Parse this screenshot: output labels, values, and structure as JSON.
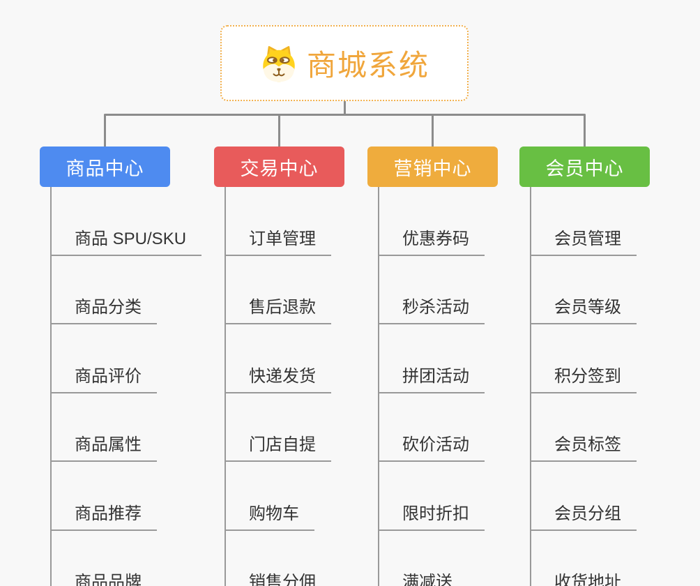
{
  "page": {
    "background_color": "#F8F8F8",
    "connector_color": "#8C8C8C",
    "child_line_color": "#999999",
    "child_text_color": "#333333"
  },
  "root": {
    "title": "商城系统",
    "icon": "dog-face-icon",
    "text_color": "#F0A63C",
    "border_color": "#F2B04D"
  },
  "branches": [
    {
      "label": "商品中心",
      "color": "#4E8BF0",
      "children": [
        "商品 SPU/SKU",
        "商品分类",
        "商品评价",
        "商品属性",
        "商品推荐",
        "商品品牌"
      ]
    },
    {
      "label": "交易中心",
      "color": "#E85B5B",
      "children": [
        "订单管理",
        "售后退款",
        "快递发货",
        "门店自提",
        "购物车",
        "销售分佣"
      ]
    },
    {
      "label": "营销中心",
      "color": "#EFAC3D",
      "children": [
        "优惠券码",
        "秒杀活动",
        "拼团活动",
        "砍价活动",
        "限时折扣",
        "满减送"
      ]
    },
    {
      "label": "会员中心",
      "color": "#68BF43",
      "children": [
        "会员管理",
        "会员等级",
        "积分签到",
        "会员标签",
        "会员分组",
        "收货地址"
      ]
    }
  ]
}
